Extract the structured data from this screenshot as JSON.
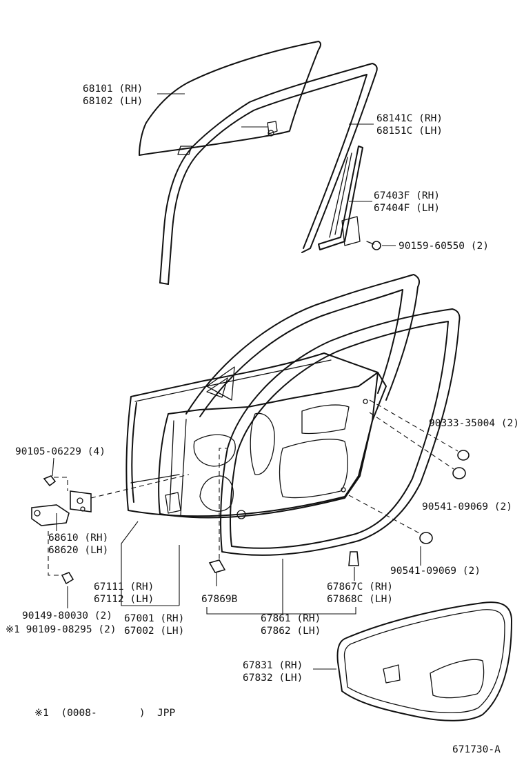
{
  "diagram": {
    "part_labels": [
      {
        "id": "glass",
        "rh": "68101 (RH)",
        "lh": "68102 (LH)"
      },
      {
        "id": "run_channel",
        "rh": "68141C (RH)",
        "lh": "68151C (LH)"
      },
      {
        "id": "rear_run",
        "rh": "67403F (RH)",
        "lh": "67404F (LH)"
      },
      {
        "id": "hinge",
        "rh": "68610 (RH)",
        "lh": "68620 (LH)"
      },
      {
        "id": "outer_weatherstrip",
        "rh": "67111 (RH)",
        "lh": "67112 (LH)"
      },
      {
        "id": "door_panel",
        "rh": "67001 (RH)",
        "lh": "67002 (LH)"
      },
      {
        "id": "door_weatherstrip",
        "rh": "67861 (RH)",
        "lh": "67862 (LH)"
      },
      {
        "id": "clip_c",
        "rh": "67867C (RH)",
        "lh": "67868C (LH)"
      },
      {
        "id": "service_cover",
        "rh": "67831 (RH)",
        "lh": "67832 (LH)"
      }
    ],
    "single_labels": {
      "bolt_run": "90159-60550 (2)",
      "plug_upper": "90333-35004 (2)",
      "plug_mid": "90541-09069 (2)",
      "plug_lower": "90541-09069 (2)",
      "bolt_hinge": "90105-06229 (4)",
      "clip_b": "67869B",
      "bolt_check_1": "90149-80030 (2)",
      "bolt_check_2": "※1 90109-08295 (2)"
    },
    "footnote": "※1  (0008-       )  JPP",
    "diagram_code": "671730-A"
  }
}
